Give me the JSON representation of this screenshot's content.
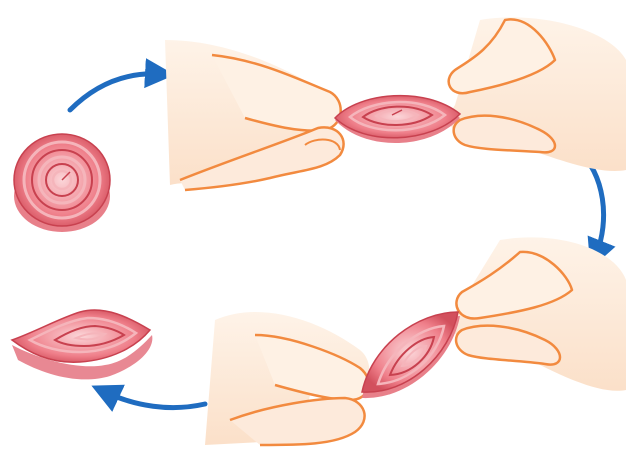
{
  "diagram": {
    "steps": [
      {
        "id": "step-1",
        "shape": "tight-coil"
      },
      {
        "id": "step-2",
        "shape": "eye"
      },
      {
        "id": "step-3",
        "shape": "twisted-eye"
      },
      {
        "id": "step-4",
        "shape": "wavy-leaf"
      }
    ],
    "colors": {
      "paper_light": "#f7c9cd",
      "paper_mid": "#e86a76",
      "paper_dark": "#c8414f",
      "skin": "#fde9d8",
      "skin_shade": "#f8d3b8",
      "skin_outline": "#f28a3f",
      "arrow": "#1f6cc0"
    },
    "icons": [
      "curved-arrow-icon",
      "hand-icon",
      "paper-coil-icon"
    ]
  }
}
